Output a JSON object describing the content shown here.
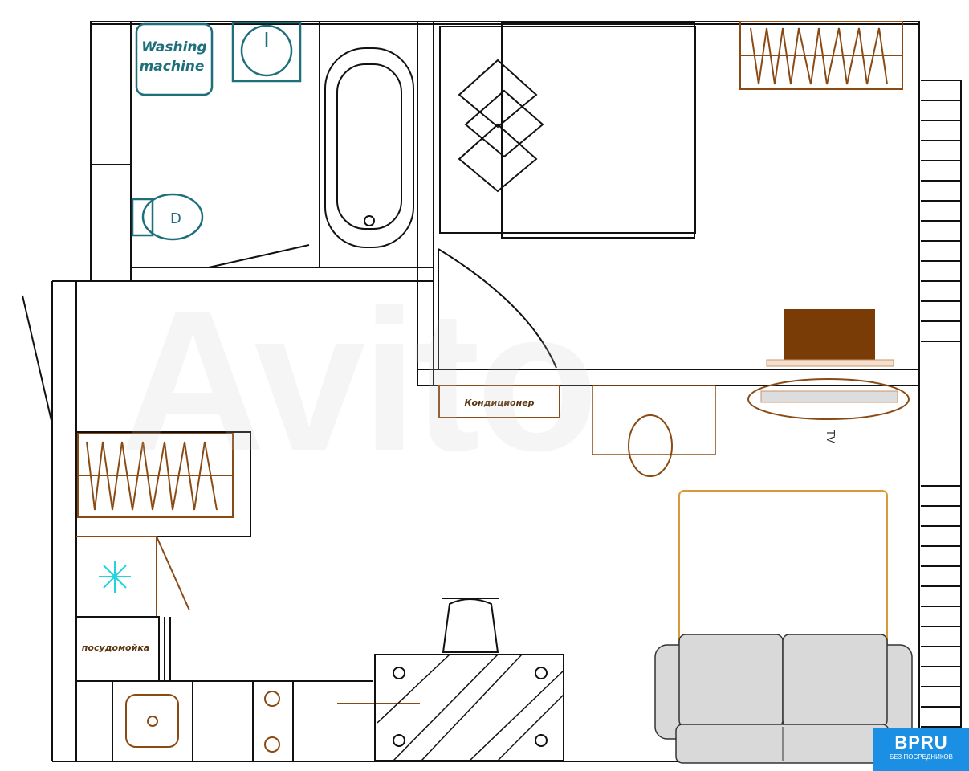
{
  "plan": {
    "washing_machine_line1": "Washing",
    "washing_machine_line2": "machine",
    "air_conditioner": "Кондиционер",
    "tv": "TV",
    "dishwasher": "посудомойка"
  },
  "watermark": "Avito",
  "badge": {
    "title": "BPRU",
    "subtitle": "БЕЗ ПОСРЕДНИКОВ"
  },
  "colors": {
    "wood": "#8a4a14",
    "teal": "#1d6f7c",
    "cyan": "#22d3e0",
    "sofa": "#d9d9d9",
    "badge": "#1a8fe3"
  }
}
